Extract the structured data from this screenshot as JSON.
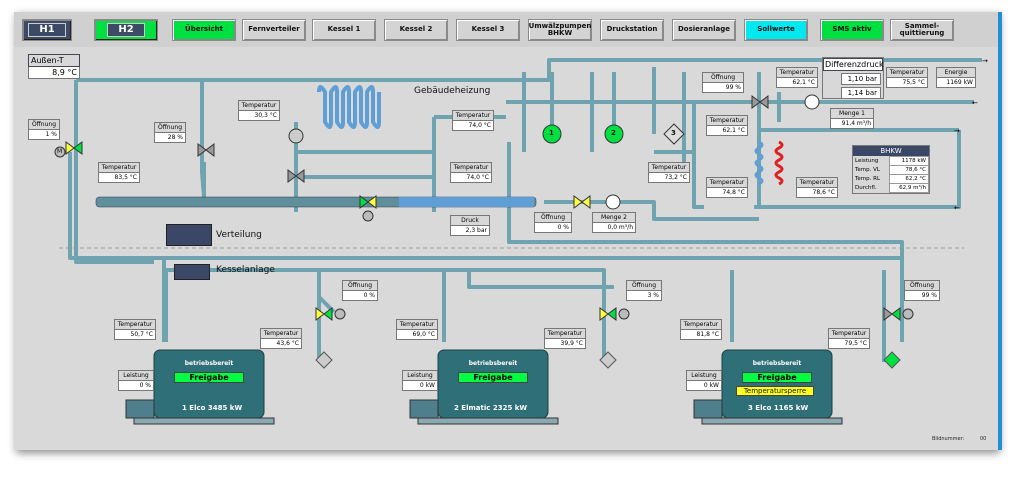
{
  "nav": {
    "h1": "H1",
    "h2": "H2",
    "buttons": {
      "uebersicht": "Übersicht",
      "fernverteiler": "Fernverteiler",
      "kessel1": "Kessel 1",
      "kessel2": "Kessel 2",
      "kessel3": "Kessel 3",
      "umwaelz": "Umwälzpumpen BHKW",
      "druckstation": "Druckstation",
      "dosieranlage": "Dosieranlage",
      "sollwerte": "Sollwerte",
      "sms": "SMS aktiv",
      "quittierung": "Sammel-quittierung"
    }
  },
  "colors": {
    "pipe": "#6fa3b0",
    "pipe_dark": "#4f7f8c",
    "blue_pipe": "#5f9fd6",
    "green": "#00e040",
    "navy": "#3b4766",
    "boiler": "#2f6f78"
  },
  "labels": {
    "gebaeude": "Gebäudeheizung",
    "verteilung": "Verteilung",
    "kesselanlage": "Kesselanlage"
  },
  "aussen": {
    "title": "Außen-T",
    "value": "8,9 °C"
  },
  "oeffnung_left": {
    "title": "Öffnung",
    "value": "1 %"
  },
  "oeffnung_28": {
    "title": "Öffnung",
    "value": "28 %"
  },
  "temp_303": {
    "title": "Temperatur",
    "value": "30,3 °C"
  },
  "temp_835": {
    "title": "Temperatur",
    "value": "83,5 °C"
  },
  "temp_740a": {
    "title": "Temperatur",
    "value": "74,0 °C"
  },
  "temp_740b": {
    "title": "Temperatur",
    "value": "74,0 °C"
  },
  "druck": {
    "title": "Druck",
    "value": "2,3 bar"
  },
  "oeffnung_0": {
    "title": "Öffnung",
    "value": "0 %"
  },
  "menge2": {
    "title": "Menge 2",
    "value": "0,0 m³/h"
  },
  "temp_732": {
    "title": "Temperatur",
    "value": "73,2 °C"
  },
  "oeffnung_99top": {
    "title": "Öffnung",
    "value": "99 %"
  },
  "temp_621a": {
    "title": "Temperatur",
    "value": "62,1 °C"
  },
  "temp_621b": {
    "title": "Temperatur",
    "value": "62,1 °C"
  },
  "temp_748": {
    "title": "Temperatur",
    "value": "74,8 °C"
  },
  "temp_786": {
    "title": "Temperatur",
    "value": "78,6 °C"
  },
  "temp_755": {
    "title": "Temperatur",
    "value": "75,5 °C"
  },
  "energie": {
    "title": "Energie",
    "value": "1169 kW"
  },
  "menge1": {
    "title": "Menge 1",
    "value": "91,4 m³/h"
  },
  "differenzdruck": {
    "title": "Differenzdruck",
    "v1": "1,10 bar",
    "v2": "1,14 bar"
  },
  "bhkw": {
    "title": "BHKW",
    "rows": [
      {
        "k": "Leistung",
        "v": "1178 kW"
      },
      {
        "k": "Temp. VL",
        "v": "78,6 °C"
      },
      {
        "k": "Temp. RL",
        "v": "62,2 °C"
      },
      {
        "k": "Durchfl.",
        "v": "62,9 m³/h"
      }
    ]
  },
  "pumps": {
    "p1": "1",
    "p2": "2",
    "p3": "3"
  },
  "valve_m": "M",
  "kessel": [
    {
      "oeffnung": {
        "title": "Öffnung",
        "value": "0 %"
      },
      "temp_rl": {
        "title": "Temperatur",
        "value": "50,7 °C"
      },
      "temp_vl": {
        "title": "Temperatur",
        "value": "43,6 °C"
      },
      "leistung": {
        "title": "Leistung",
        "value": "0 %"
      },
      "state": "betriebsbereit",
      "status": "Freigabe",
      "name": "1 Elco 3485 kW"
    },
    {
      "oeffnung": {
        "title": "Öffnung",
        "value": "3 %"
      },
      "temp_rl": {
        "title": "Temperatur",
        "value": "69,0 °C"
      },
      "temp_vl": {
        "title": "Temperatur",
        "value": "39,9 °C"
      },
      "leistung": {
        "title": "Leistung",
        "value": "0 kW"
      },
      "state": "betriebsbereit",
      "status": "Freigabe",
      "name": "2 Elmatic 2325 kW"
    },
    {
      "oeffnung": {
        "title": "Öffnung",
        "value": "99 %"
      },
      "temp_rl": {
        "title": "Temperatur",
        "value": "81,8 °C"
      },
      "temp_vl": {
        "title": "Temperatur",
        "value": "79,5 °C"
      },
      "leistung": {
        "title": "Leistung",
        "value": "0 kW"
      },
      "state": "betriebsbereit",
      "status": "Freigabe",
      "sperre": "Temperatursperre",
      "name": "3 Elco 1165 kW"
    }
  ],
  "footer": {
    "label": "Bildnummer:",
    "value": "00"
  }
}
